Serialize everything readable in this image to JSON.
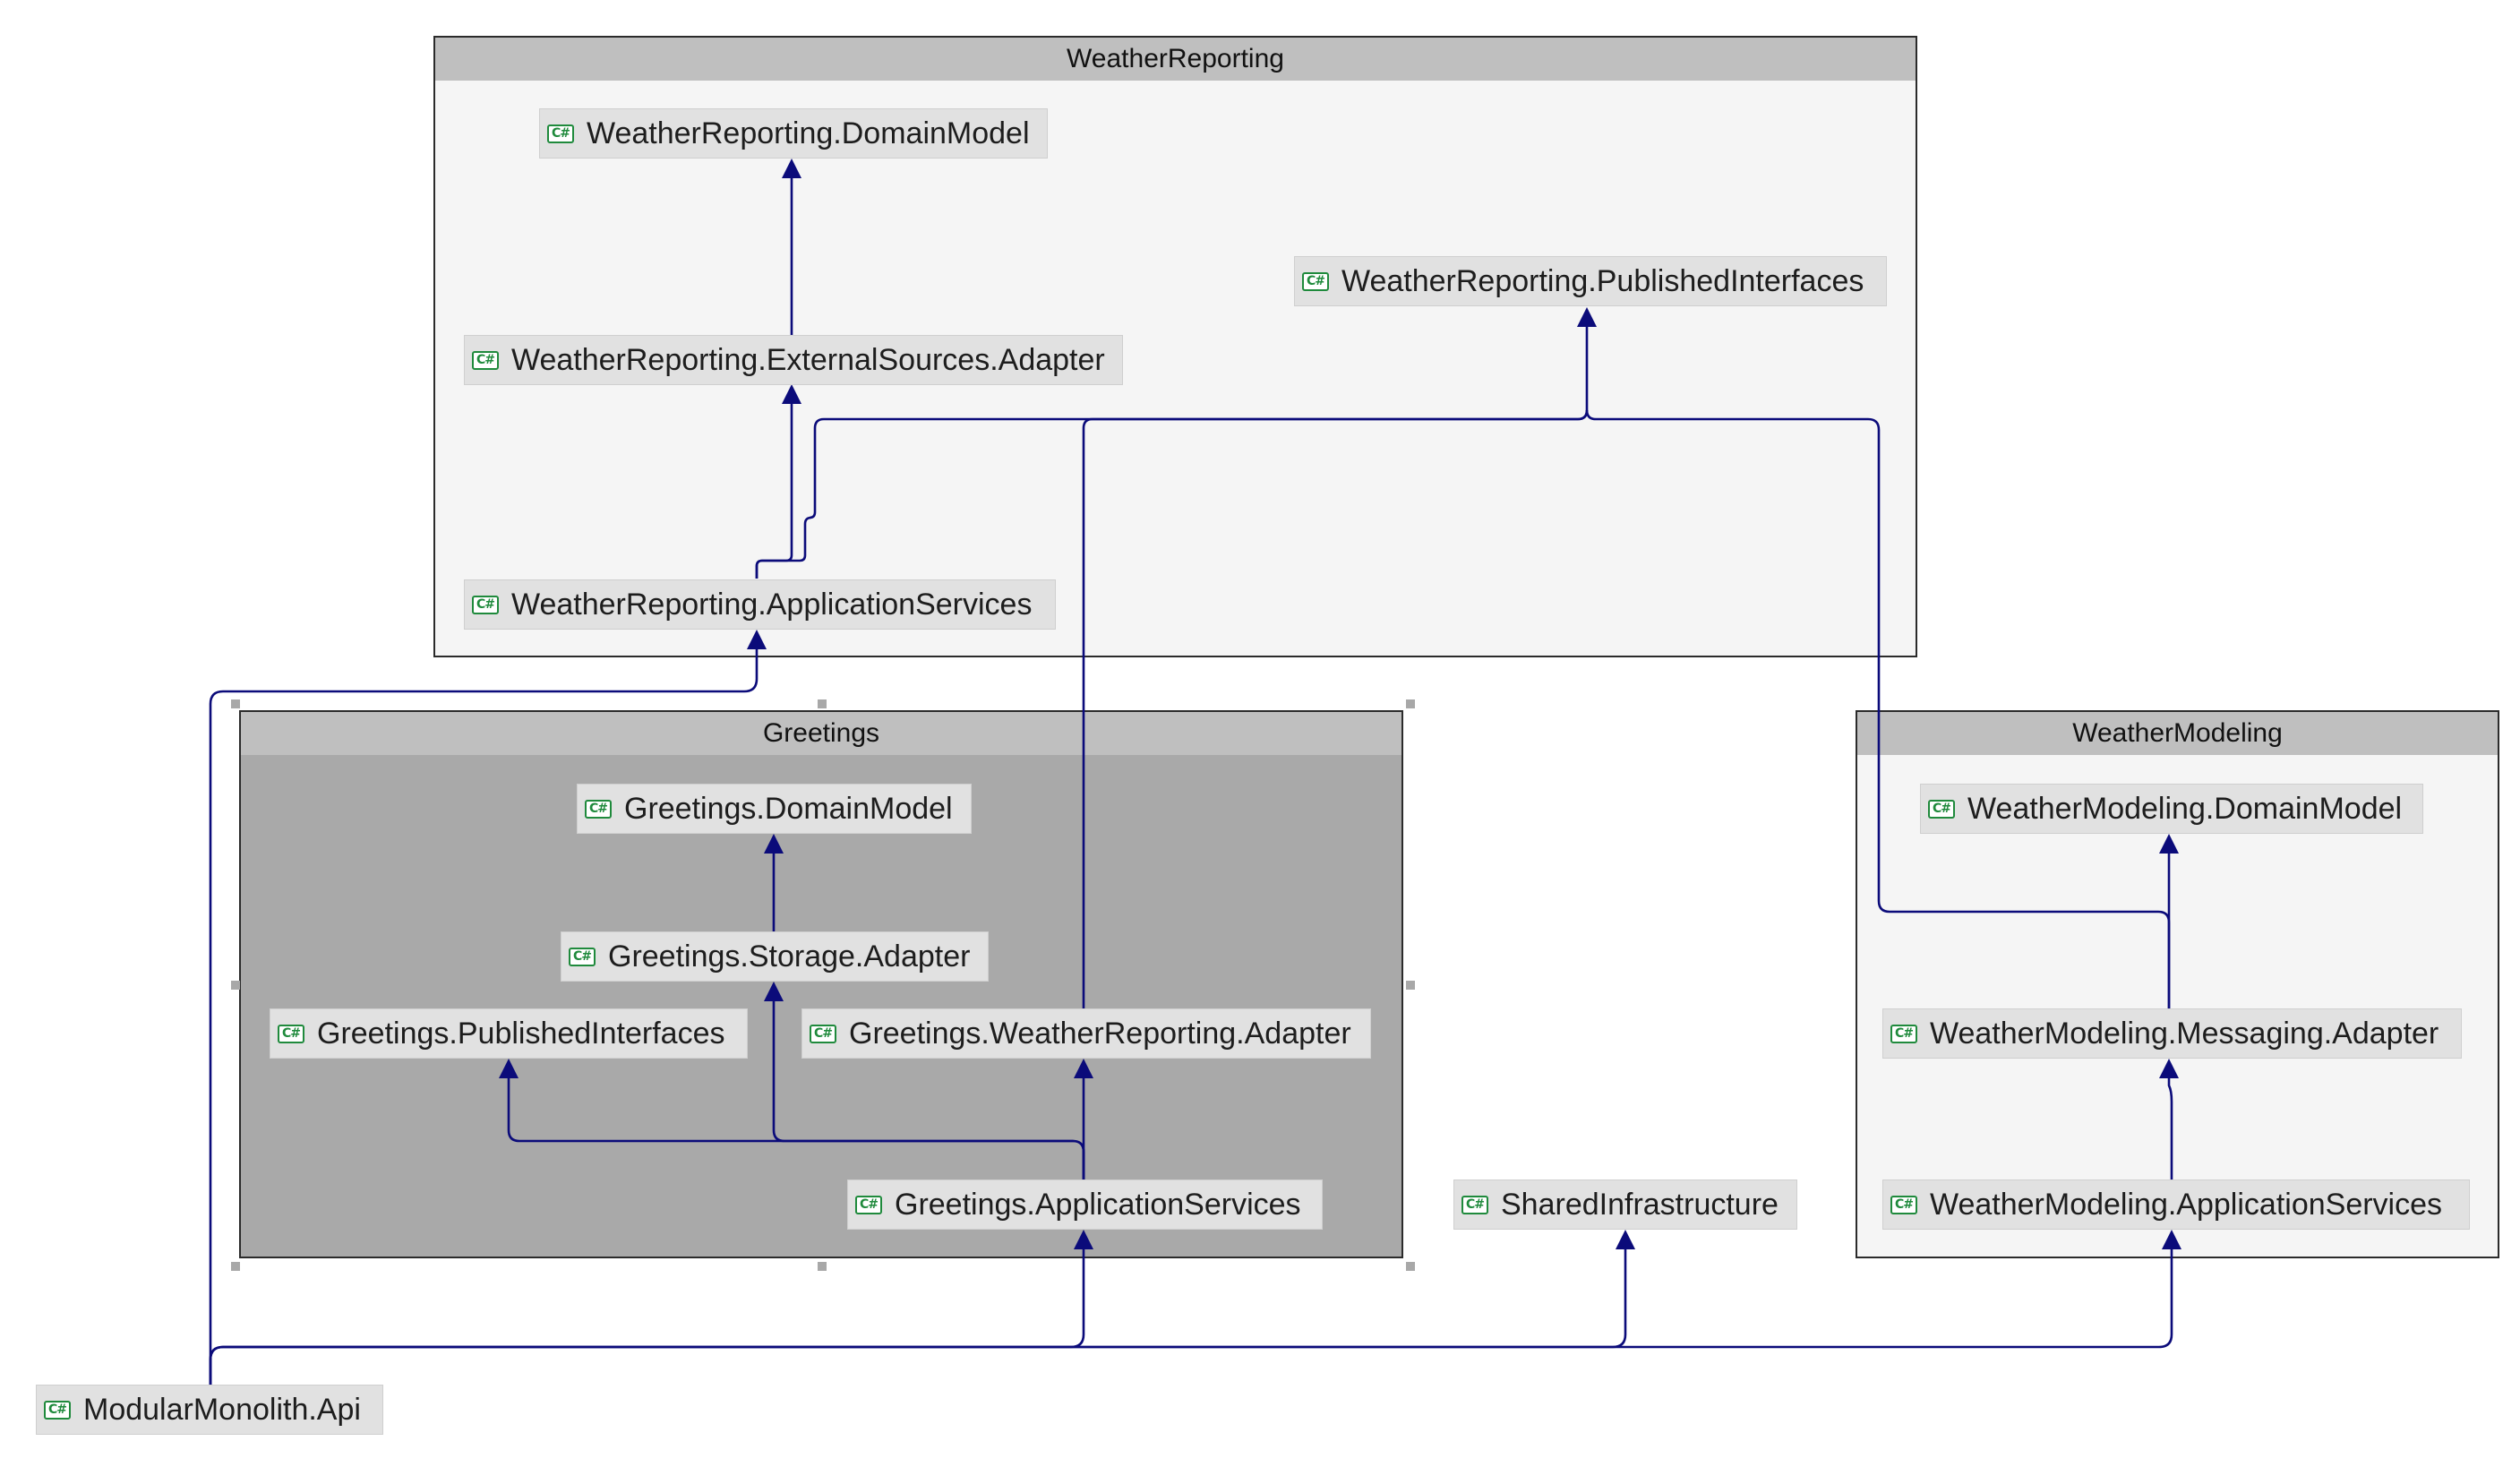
{
  "colors": {
    "edge": "#0b0b7a",
    "icon": "#1f8a3c",
    "node_bg": "#e1e1e1",
    "group_header": "#bfbfbf",
    "group_light": "#f5f5f5",
    "group_dark": "#a9a9a9"
  },
  "icon_label": "C#",
  "groups": {
    "weather_reporting": {
      "title": "WeatherReporting"
    },
    "greetings": {
      "title": "Greetings"
    },
    "weather_modeling": {
      "title": "WeatherModeling"
    }
  },
  "nodes": {
    "wr_domain_model": "WeatherReporting.DomainModel",
    "wr_published_interfaces": "WeatherReporting.PublishedInterfaces",
    "wr_external_sources_adapter": "WeatherReporting.ExternalSources.Adapter",
    "wr_application_services": "WeatherReporting.ApplicationServices",
    "gr_domain_model": "Greetings.DomainModel",
    "gr_storage_adapter": "Greetings.Storage.Adapter",
    "gr_published_interfaces": "Greetings.PublishedInterfaces",
    "gr_weather_reporting_adapter": "Greetings.WeatherReporting.Adapter",
    "gr_application_services": "Greetings.ApplicationServices",
    "shared_infrastructure": "SharedInfrastructure",
    "wm_domain_model": "WeatherModeling.DomainModel",
    "wm_messaging_adapter": "WeatherModeling.Messaging.Adapter",
    "wm_application_services": "WeatherModeling.ApplicationServices",
    "api": "ModularMonolith.Api"
  },
  "dependencies": [
    {
      "from": "WeatherReporting.ExternalSources.Adapter",
      "to": "WeatherReporting.DomainModel"
    },
    {
      "from": "WeatherReporting.ApplicationServices",
      "to": "WeatherReporting.ExternalSources.Adapter"
    },
    {
      "from": "WeatherReporting.ApplicationServices",
      "to": "WeatherReporting.PublishedInterfaces"
    },
    {
      "from": "Greetings.WeatherReporting.Adapter",
      "to": "WeatherReporting.PublishedInterfaces"
    },
    {
      "from": "WeatherModeling.Messaging.Adapter",
      "to": "WeatherReporting.PublishedInterfaces"
    },
    {
      "from": "Greetings.Storage.Adapter",
      "to": "Greetings.DomainModel"
    },
    {
      "from": "Greetings.ApplicationServices",
      "to": "Greetings.PublishedInterfaces"
    },
    {
      "from": "Greetings.ApplicationServices",
      "to": "Greetings.Storage.Adapter"
    },
    {
      "from": "Greetings.ApplicationServices",
      "to": "Greetings.WeatherReporting.Adapter"
    },
    {
      "from": "WeatherModeling.Messaging.Adapter",
      "to": "WeatherModeling.DomainModel"
    },
    {
      "from": "WeatherModeling.ApplicationServices",
      "to": "WeatherModeling.Messaging.Adapter"
    },
    {
      "from": "ModularMonolith.Api",
      "to": "WeatherReporting.ApplicationServices"
    },
    {
      "from": "ModularMonolith.Api",
      "to": "Greetings.ApplicationServices"
    },
    {
      "from": "ModularMonolith.Api",
      "to": "SharedInfrastructure"
    },
    {
      "from": "ModularMonolith.Api",
      "to": "WeatherModeling.ApplicationServices"
    }
  ]
}
